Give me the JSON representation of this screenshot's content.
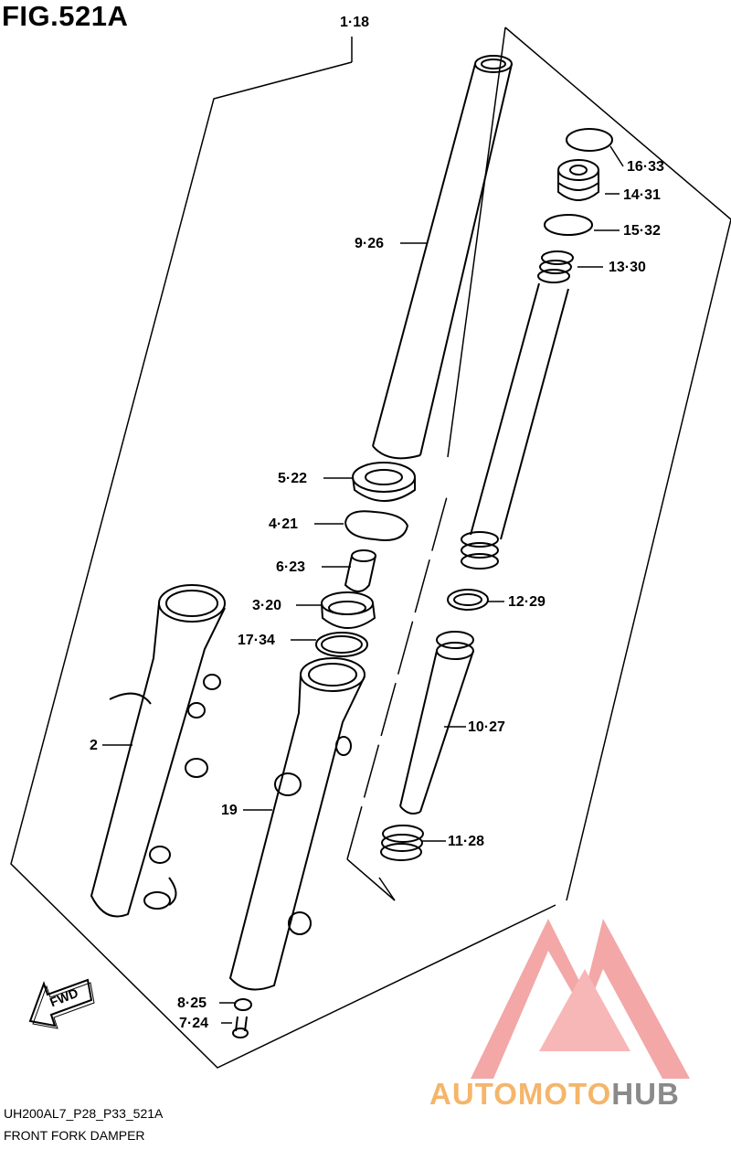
{
  "figure": {
    "title": "FIG.521A"
  },
  "callouts": {
    "c1_18": "1·18",
    "c16_33": "16·33",
    "c14_31": "14·31",
    "c15_32": "15·32",
    "c13_30": "13·30",
    "c9_26": "9·26",
    "c5_22": "5·22",
    "c4_21": "4·21",
    "c6_23": "6·23",
    "c3_20": "3·20",
    "c17_34": "17·34",
    "c12_29": "12·29",
    "c10_27": "10·27",
    "c2": "2",
    "c19": "19",
    "c11_28": "11·28",
    "c8_25": "8·25",
    "c7_24": "7·24"
  },
  "fwd_label": "FWD",
  "footer": {
    "code": "UH200AL7_P28_P33_521A",
    "name": "FRONT FORK DAMPER"
  },
  "watermark": {
    "part1": "AUTOMOTO",
    "part2": "HUB",
    "color1": "#f5b56a",
    "color2": "#8a8a8a",
    "logo_color": "#e94b4b"
  }
}
